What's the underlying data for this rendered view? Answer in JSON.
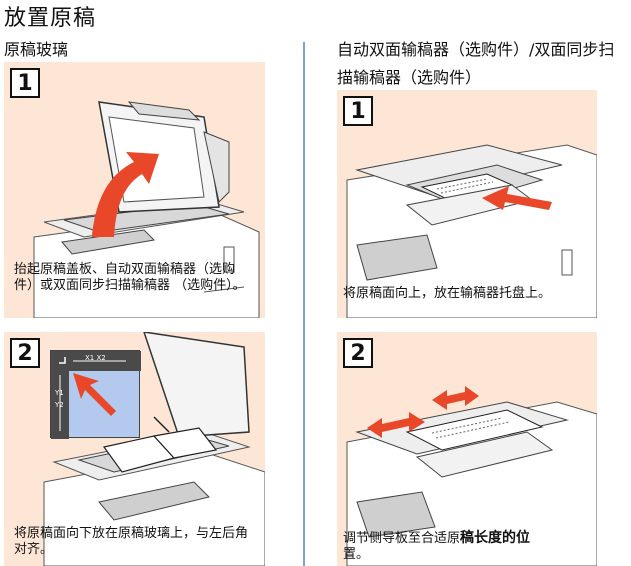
{
  "header": {
    "title": "放置原稿",
    "left_section": "原稿玻璃",
    "right_section": "自动双面输稿器（选购件）/双面同步扫描输稿器（选购件）"
  },
  "left": {
    "step1": {
      "number": "1",
      "caption": "抬起原稿盖板、自动双面输稿器（选购件）或双面同步扫描输稿器 （选购件）。"
    },
    "step2": {
      "number": "2",
      "caption": "将原稿面向下放在原稿玻璃上，与左后角对齐。",
      "inset_labels": {
        "x1x2": "X1 X2",
        "y1": "Y1",
        "y2": "Y2"
      }
    }
  },
  "right": {
    "step1": {
      "number": "1",
      "caption": "将原稿面向上，放在输稿器托盘上。"
    },
    "step2": {
      "number": "2",
      "caption_normal": "调节侧导板至合适原",
      "caption_bold": "稿长度的位",
      "caption_tail": "置。"
    }
  },
  "colors": {
    "panel_bg": "#fde6d6",
    "arrow": "#e8472a",
    "divider": "#7aa3d6"
  }
}
